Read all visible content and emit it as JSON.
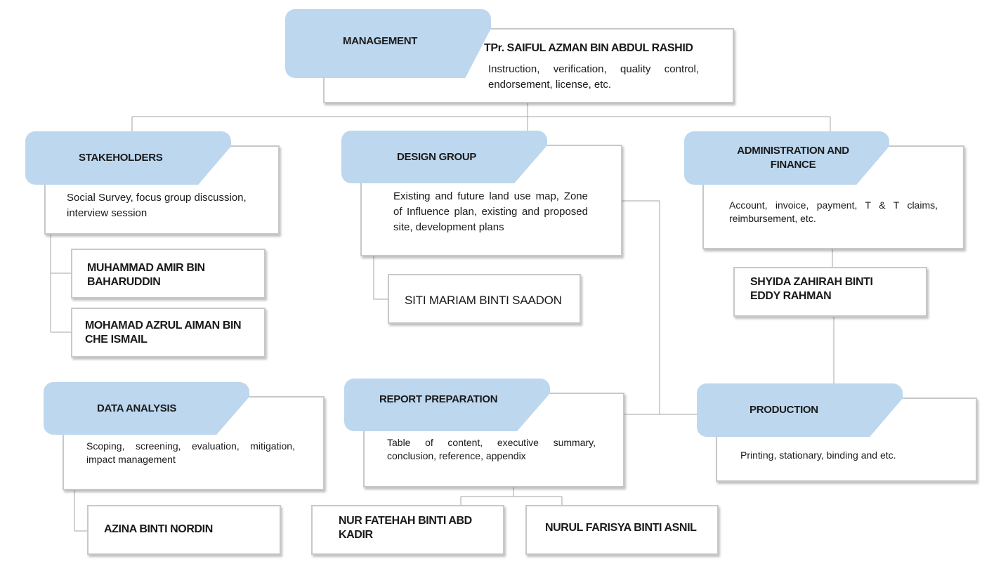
{
  "management": {
    "title": "MANAGEMENT",
    "name": "TPr. SAIFUL AZMAN BIN ABDUL RASHID",
    "desc": "Instruction, verification, quality control, endorsement, license, etc."
  },
  "stakeholders": {
    "title": "STAKEHOLDERS",
    "desc": "Social Survey, focus group discussion, interview session",
    "members": [
      "MUHAMMAD AMIR BIN BAHARUDDIN",
      "MOHAMAD AZRUL AIMAN BIN CHE ISMAIL"
    ]
  },
  "design_group": {
    "title": "DESIGN GROUP",
    "desc": "Existing and future land use map, Zone of Influence plan, existing and proposed site, development plans",
    "members": [
      "SITI MARIAM BINTI SAADON"
    ]
  },
  "admin_finance": {
    "title": "ADMINISTRATION AND FINANCE",
    "desc": "Account, invoice, payment, T & T claims, reimbursement, etc.",
    "members": [
      "SHYIDA ZAHIRAH BINTI EDDY RAHMAN"
    ]
  },
  "data_analysis": {
    "title": "DATA ANALYSIS",
    "desc": "Scoping, screening, evaluation, mitigation, impact management",
    "members": [
      "AZINA BINTI NORDIN"
    ]
  },
  "report_preparation": {
    "title": "REPORT PREPARATION",
    "desc": "Table of content, executive summary, conclusion, reference, appendix",
    "members": [
      "NUR FATEHAH BINTI ABD KADIR",
      "NURUL FARISYA BINTI ASNIL"
    ]
  },
  "production": {
    "title": "PRODUCTION",
    "desc": "Printing, stationary, binding and etc."
  },
  "colors": {
    "tab_fill": "#bdd7ee",
    "box_border": "#c8c8c8",
    "connector": "#a6a6a6"
  }
}
